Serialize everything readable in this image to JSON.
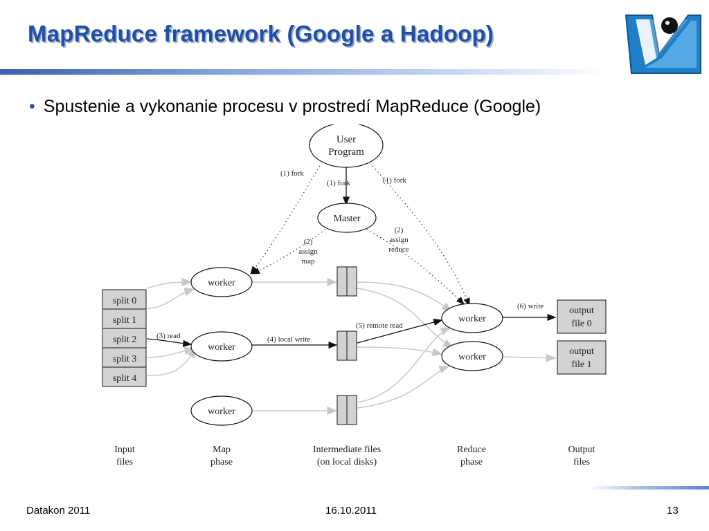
{
  "slide": {
    "title": "MapReduce framework (Google a Hadoop)",
    "bullet": "Spustenie a vykonanie procesu v prostredí MapReduce (Google)"
  },
  "diagram": {
    "user_program": [
      "User",
      "Program"
    ],
    "master": "Master",
    "fork_label": "(1) fork",
    "assign_map": [
      "(2)",
      "assign",
      "map"
    ],
    "assign_reduce": [
      "(2)",
      "assign",
      "reduce"
    ],
    "splits": [
      "split 0",
      "split 1",
      "split 2",
      "split 3",
      "split 4"
    ],
    "worker": "worker",
    "read_label": "(3) read",
    "local_write_label": "(4) local write",
    "remote_read_label": "(5) remote read",
    "write_label": "(6) write",
    "output_files": [
      [
        "output",
        "file 0"
      ],
      [
        "output",
        "file 1"
      ]
    ],
    "phases": [
      [
        "Input",
        "files"
      ],
      [
        "Map",
        "phase"
      ],
      [
        "Intermediate files",
        "(on local disks)"
      ],
      [
        "Reduce",
        "phase"
      ],
      [
        "Output",
        "files"
      ]
    ]
  },
  "footer": {
    "left": "Datakon 2011",
    "center": "16.10.2011",
    "right": "13"
  },
  "colors": {
    "title": "#1f4fa8",
    "box_fill": "#d3d3d3",
    "light_arrow": "#c8c8c8"
  }
}
